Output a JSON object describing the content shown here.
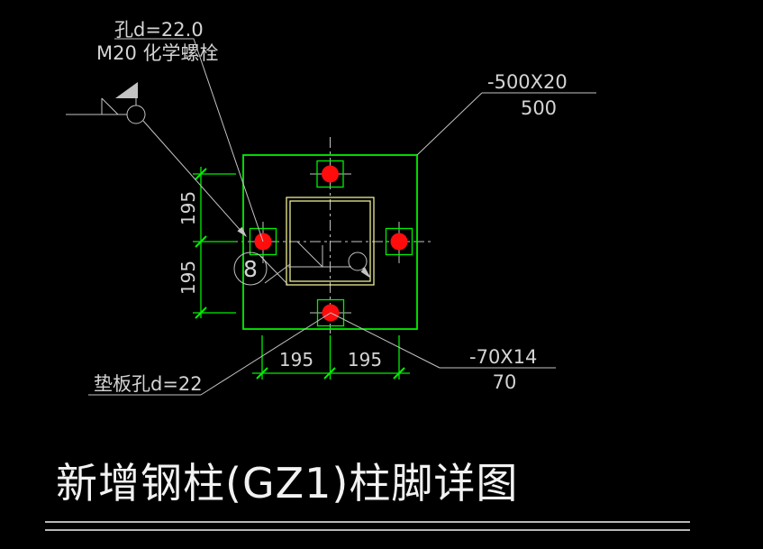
{
  "title": "新增钢柱(GZ1)柱脚详图",
  "labels": {
    "anchor_hole": "孔d=22.0",
    "anchor_bolt": "M20 化学螺栓",
    "base_plate_spec": "-500X20",
    "base_plate_width": "500",
    "pad_plate_spec": "-70X14",
    "pad_plate_width": "70",
    "pad_hole": "垫板孔d=22",
    "weld_ref": "8"
  },
  "dimensions": {
    "left_upper": "195",
    "left_lower": "195",
    "bottom_left": "195",
    "bottom_right": "195"
  },
  "colors": {
    "background": "#000000",
    "green": "#00ef00",
    "gray": "#c3c3c3",
    "yellow": "#ffff9e",
    "red": "#ff0d0d",
    "text": "#d4d4d4",
    "white": "#f2f2f2"
  }
}
